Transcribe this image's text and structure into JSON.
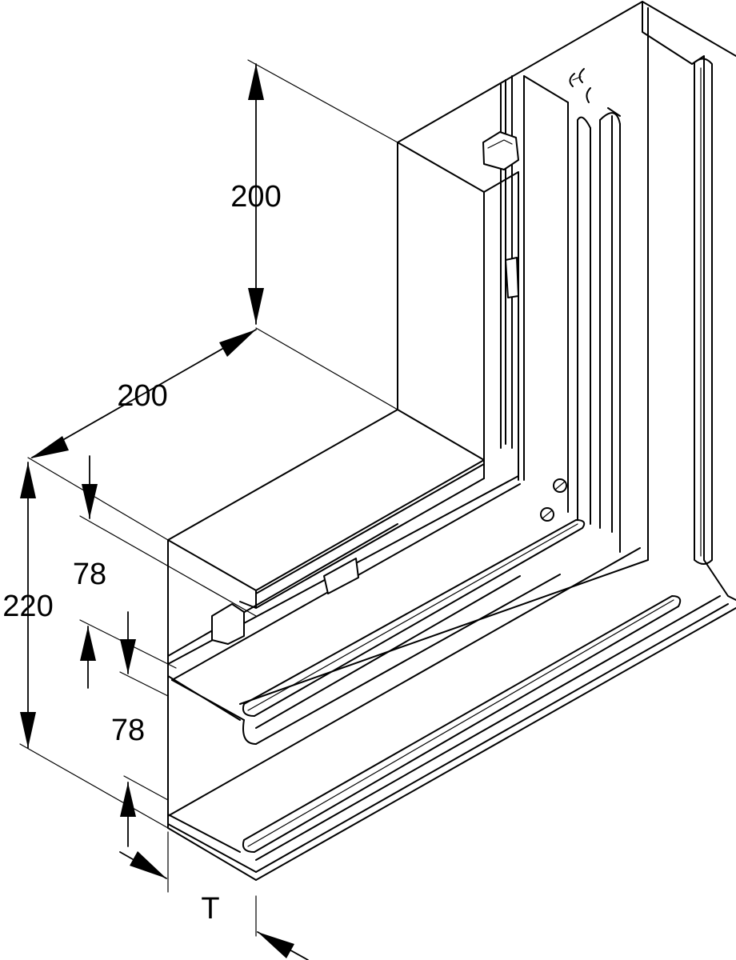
{
  "dimensions": {
    "top_height": "200",
    "depth": "200",
    "total_height": "220",
    "upper_channel": "78",
    "lower_channel": "78",
    "thickness": "T"
  }
}
